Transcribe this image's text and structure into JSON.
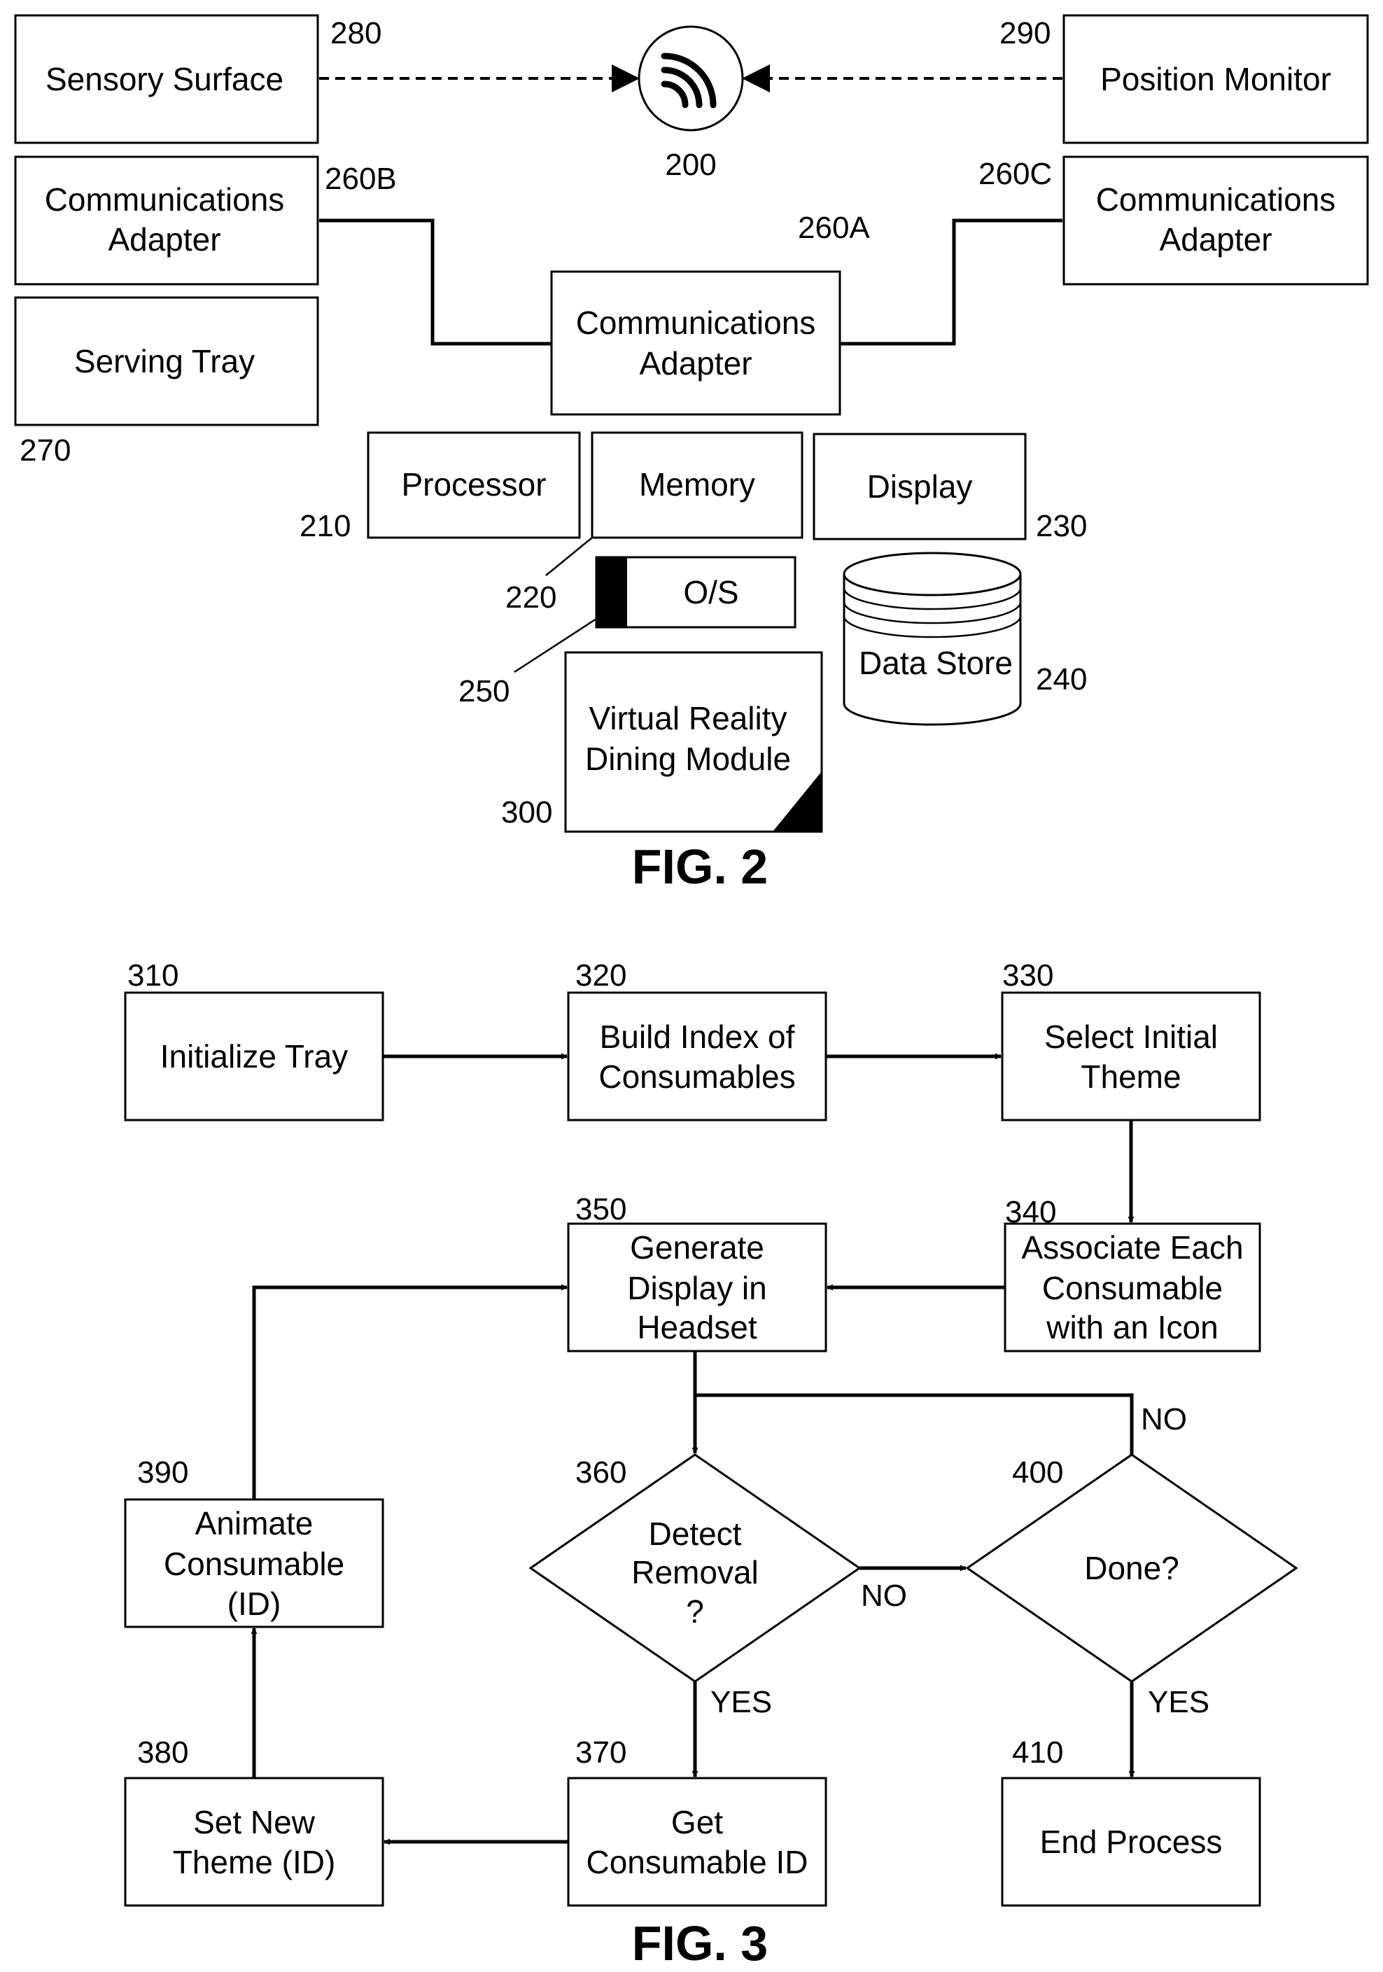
{
  "fig2": {
    "title": "FIG. 2",
    "headset": {
      "ref": "200"
    },
    "sensory_surface": {
      "label": "Sensory Surface",
      "ref": "280"
    },
    "position_monitor": {
      "label": "Position Monitor",
      "ref": "290"
    },
    "comm_adapter_b": {
      "line1": "Communications",
      "line2": "Adapter",
      "ref": "260B"
    },
    "comm_adapter_c": {
      "line1": "Communications",
      "line2": "Adapter",
      "ref": "260C"
    },
    "comm_adapter_a": {
      "line1": "Communications",
      "line2": "Adapter",
      "ref": "260A"
    },
    "serving_tray": {
      "label": "Serving Tray",
      "ref": "270"
    },
    "processor": {
      "label": "Processor",
      "ref": "210"
    },
    "memory": {
      "label": "Memory",
      "ref": "220"
    },
    "display": {
      "label": "Display",
      "ref": "230"
    },
    "os": {
      "label": "O/S",
      "ref": "250"
    },
    "data_store": {
      "label": "Data Store",
      "ref": "240"
    },
    "vr_module": {
      "line1": "Virtual Reality",
      "line2": "Dining Module",
      "ref": "300"
    }
  },
  "fig3": {
    "title": "FIG. 3",
    "initialize_tray": {
      "label": "Initialize Tray",
      "ref": "310"
    },
    "build_index": {
      "line1": "Build Index of",
      "line2": "Consumables",
      "ref": "320"
    },
    "select_theme": {
      "line1": "Select Initial",
      "line2": "Theme",
      "ref": "330"
    },
    "associate": {
      "line1": "Associate Each",
      "line2": "Consumable",
      "line3": "with an Icon",
      "ref": "340"
    },
    "generate_display": {
      "line1": "Generate",
      "line2": "Display in",
      "line3": "Headset",
      "ref": "350"
    },
    "detect_removal": {
      "line1": "Detect",
      "line2": "Removal",
      "line3": "?",
      "ref": "360"
    },
    "get_id": {
      "line1": "Get",
      "line2": "Consumable ID",
      "ref": "370"
    },
    "set_theme": {
      "line1": "Set New",
      "line2": "Theme (ID)",
      "ref": "380"
    },
    "animate": {
      "line1": "Animate",
      "line2": "Consumable",
      "line3": "(ID)",
      "ref": "390"
    },
    "done": {
      "label": "Done?",
      "ref": "400"
    },
    "end_process": {
      "label": "End Process",
      "ref": "410"
    },
    "branch": {
      "no_detect": "NO",
      "yes_detect": "YES",
      "no_done": "NO",
      "yes_done": "YES"
    }
  }
}
